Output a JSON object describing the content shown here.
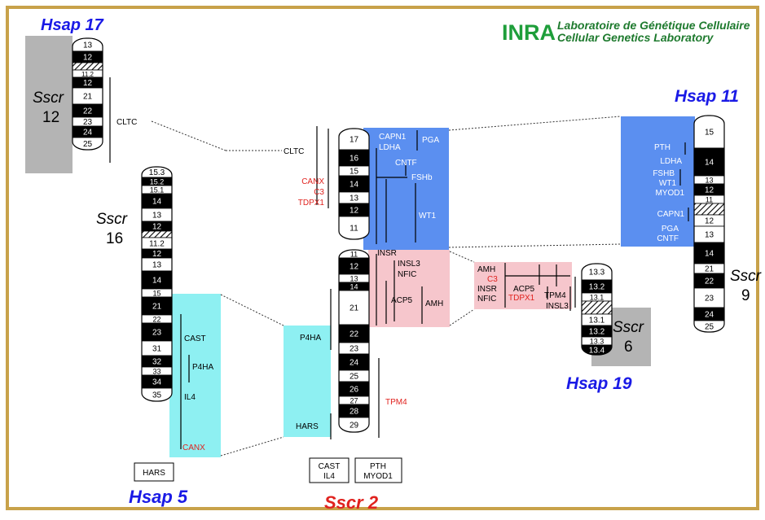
{
  "colors": {
    "frame": "#c8a24a",
    "blue": "#5b8ff0",
    "pink": "#f6c6cc",
    "cyan": "#8ef0f2",
    "gray": "#b4b4b4",
    "red": "#e0221e",
    "title_blue": "#1a1ae6",
    "title_red": "#e0221e",
    "logo_green": "#1e9e3a",
    "logo_text": "#1e7a2e"
  },
  "logo": {
    "mark": "INRA",
    "line1": "Laboratoire de Génétique Cellulaire",
    "line2": "Cellular Genetics Laboratory"
  },
  "titles": {
    "hsap17": "Hsap 17",
    "hsap5": "Hsap 5",
    "sscr2": "Sscr 2",
    "hsap11": "Hsap 11",
    "hsap19": "Hsap 19"
  },
  "labels": {
    "sscr12_a": "Sscr",
    "sscr12_b": "12",
    "sscr16_a": "Sscr",
    "sscr16_b": "16",
    "sscr9_a": "Sscr",
    "sscr9_b": "9",
    "sscr6_a": "Sscr",
    "sscr6_b": "6"
  },
  "chrom17": [
    {
      "band": "13",
      "dark": false
    },
    {
      "band": "12",
      "dark": true
    },
    {
      "band": "",
      "dark": "h"
    },
    {
      "band": "11.2",
      "dark": false
    },
    {
      "band": "12",
      "dark": true
    },
    {
      "band": "21",
      "dark": false
    },
    {
      "band": "22",
      "dark": true
    },
    {
      "band": "23",
      "dark": false
    },
    {
      "band": "24",
      "dark": true
    },
    {
      "band": "25",
      "dark": false
    }
  ],
  "chrom5": [
    {
      "band": "15.3",
      "dark": false
    },
    {
      "band": "15.2",
      "dark": true
    },
    {
      "band": "15.1",
      "dark": false
    },
    {
      "band": "14",
      "dark": true
    },
    {
      "band": "13",
      "dark": false
    },
    {
      "band": "12",
      "dark": true
    },
    {
      "band": "",
      "dark": "h"
    },
    {
      "band": "11.2",
      "dark": false
    },
    {
      "band": "12",
      "dark": true
    },
    {
      "band": "13",
      "dark": false
    },
    {
      "band": "14",
      "dark": true
    },
    {
      "band": "15",
      "dark": false
    },
    {
      "band": "21",
      "dark": true
    },
    {
      "band": "22",
      "dark": false
    },
    {
      "band": "23",
      "dark": true
    },
    {
      "band": "31",
      "dark": false
    },
    {
      "band": "32",
      "dark": true
    },
    {
      "band": "33",
      "dark": false
    },
    {
      "band": "34",
      "dark": true
    },
    {
      "band": "35",
      "dark": false
    }
  ],
  "chrom2p": [
    {
      "band": "17",
      "dark": false
    },
    {
      "band": "16",
      "dark": true
    },
    {
      "band": "15",
      "dark": false
    },
    {
      "band": "14",
      "dark": true
    },
    {
      "band": "13",
      "dark": false
    },
    {
      "band": "12",
      "dark": true
    },
    {
      "band": "11",
      "dark": false
    }
  ],
  "chrom2q": [
    {
      "band": "11",
      "dark": false
    },
    {
      "band": "12",
      "dark": true
    },
    {
      "band": "13",
      "dark": false
    },
    {
      "band": "14",
      "dark": true
    },
    {
      "band": "21",
      "dark": false
    },
    {
      "band": "22",
      "dark": true
    },
    {
      "band": "23",
      "dark": false
    },
    {
      "band": "24",
      "dark": true
    },
    {
      "band": "25",
      "dark": false
    },
    {
      "band": "26",
      "dark": true
    },
    {
      "band": "27",
      "dark": false
    },
    {
      "band": "28",
      "dark": true
    },
    {
      "band": "29",
      "dark": false
    }
  ],
  "chrom11": [
    {
      "band": "15",
      "dark": false
    },
    {
      "band": "14",
      "dark": true
    },
    {
      "band": "13",
      "dark": false
    },
    {
      "band": "12",
      "dark": true
    },
    {
      "band": "11",
      "dark": false
    },
    {
      "band": "",
      "dark": "h"
    },
    {
      "band": "12",
      "dark": false
    },
    {
      "band": "13",
      "dark": false
    },
    {
      "band": "14",
      "dark": true
    },
    {
      "band": "21",
      "dark": false
    },
    {
      "band": "22",
      "dark": true
    },
    {
      "band": "23",
      "dark": false
    },
    {
      "band": "24",
      "dark": true
    },
    {
      "band": "25",
      "dark": false
    }
  ],
  "chrom19": [
    {
      "band": "13.3",
      "dark": false
    },
    {
      "band": "13.2",
      "dark": true
    },
    {
      "band": "13.1",
      "dark": false
    },
    {
      "band": "",
      "dark": "h"
    },
    {
      "band": "13.1",
      "dark": false
    },
    {
      "band": "13.2",
      "dark": true
    },
    {
      "band": "13.3",
      "dark": false
    },
    {
      "band": "13.4",
      "dark": true
    }
  ],
  "genes": {
    "cltc_a": "CLTC",
    "cltc_b": "CLTC",
    "canx_a": "CANX",
    "c3": "C3",
    "tdpx1_a": "TDPX1",
    "capn1_a": "CAPN1",
    "pga_a": "PGA",
    "ldha_a": "LDHA",
    "cntf_a": "CNTF",
    "fshb_a": "FSHb",
    "wt1_a": "WT1",
    "insr_a": "INSR",
    "insl3_a": "INSL3",
    "nfic_a": "NFIC",
    "acp5_a": "ACP5",
    "amh_a": "AMH",
    "p4ha_a": "P4HA",
    "hars_a": "HARS",
    "tpm4_a": "TPM4",
    "cast_a": "CAST",
    "p4ha_b": "P4HA",
    "il4_a": "IL4",
    "canx_b": "CANX",
    "hars_box": "HARS",
    "cast_box1": "CAST",
    "cast_box2": "IL4",
    "pth_box1": "PTH",
    "pth_box2": "MYOD1",
    "pth_b": "PTH",
    "ldha_b": "LDHA",
    "fshb_b": "FSHB",
    "wt1_b": "WT1",
    "myod1_b": "MYOD1",
    "capn1_b": "CAPN1",
    "pga_b": "PGA",
    "cntf_b": "CNTF",
    "amh_b": "AMH",
    "c3_b": "C3",
    "insr_b": "INSR",
    "nfic_b": "NFIC",
    "acp5_b": "ACP5",
    "tdpx1_b": "TDPX1",
    "tpm4_b": "TPM4",
    "insl3_b": "INSL3"
  }
}
